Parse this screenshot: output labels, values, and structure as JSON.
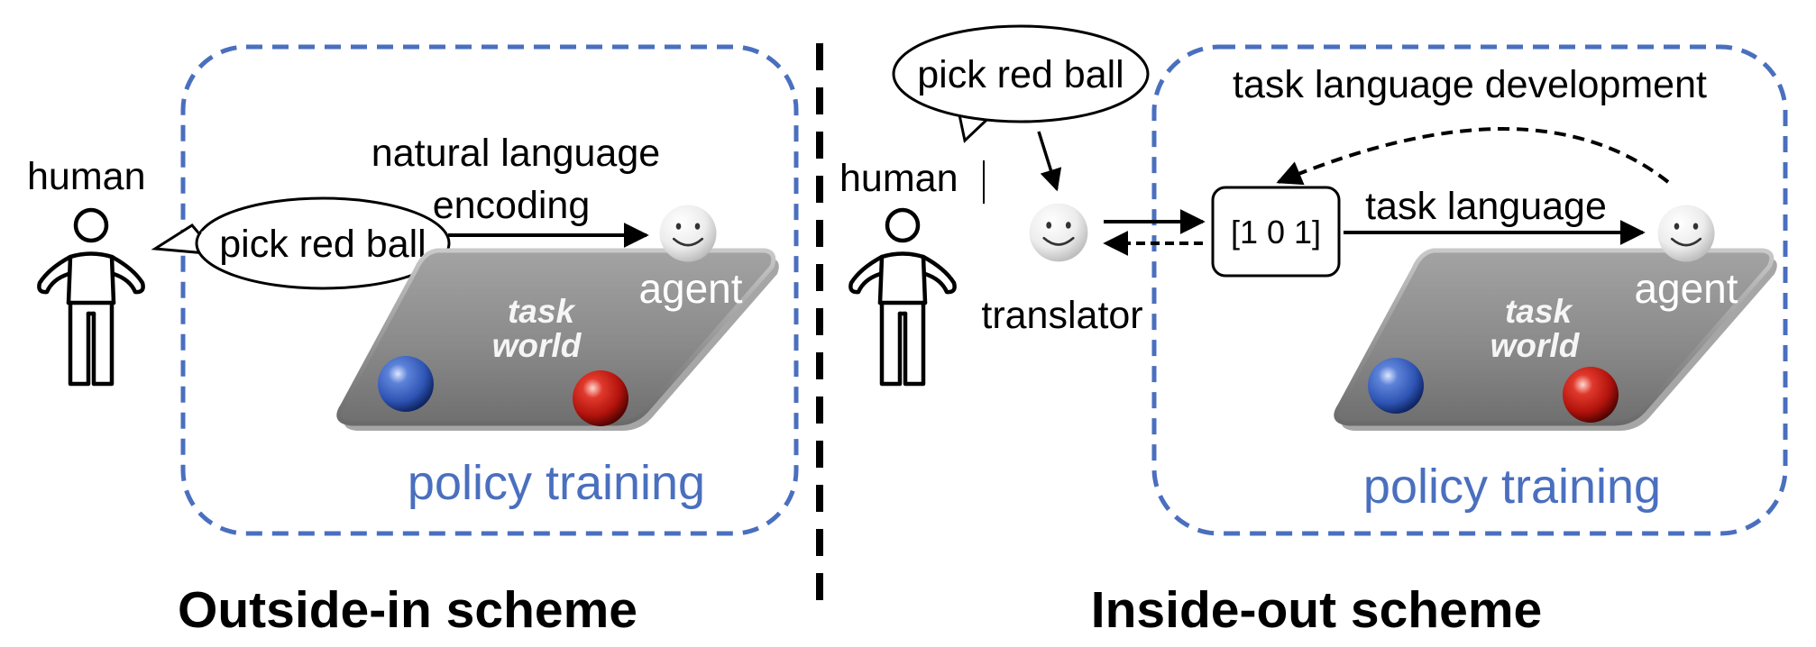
{
  "colors": {
    "frame_blue": "#4a6fbf",
    "policy_text_blue": "#4a6fbf",
    "world_gray": "#8c8c8c",
    "ball_blue": "#2f55b5",
    "ball_red": "#c0140e"
  },
  "left": {
    "human_label": "human",
    "speech": "pick red ball",
    "arrow_label_line1": "natural language",
    "arrow_label_line2": "encoding",
    "agent_label": "agent",
    "world_line1": "task",
    "world_line2": "world",
    "policy_label": "policy training",
    "caption": "Outside-in scheme"
  },
  "right": {
    "speech": "pick red ball",
    "human_label": "human",
    "translator_label": "translator",
    "code_label": "[1 0 1]",
    "task_language_label": "task language",
    "development_label": "task language development",
    "agent_label": "agent",
    "world_line1": "task",
    "world_line2": "world",
    "policy_label": "policy training",
    "caption": "Inside-out scheme"
  },
  "icons": [
    "person-icon",
    "smiley-icon"
  ]
}
